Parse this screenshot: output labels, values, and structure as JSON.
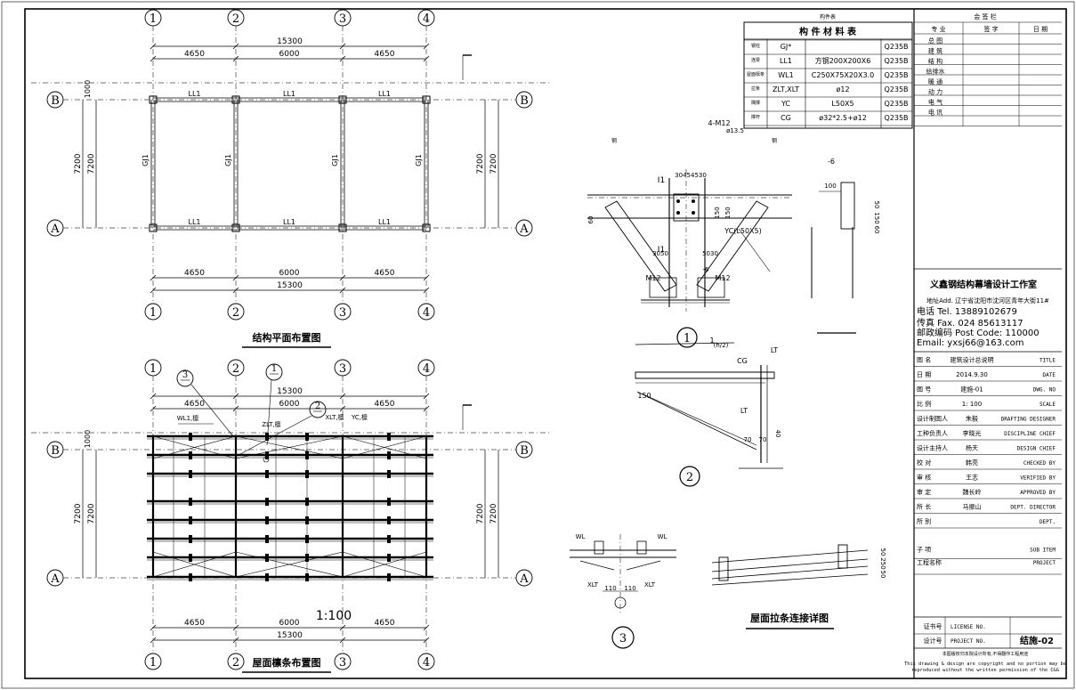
{
  "axes": {
    "columns": [
      "1",
      "2",
      "3",
      "4"
    ],
    "rows": [
      "B",
      "A"
    ],
    "spans": [
      "4650",
      "6000",
      "4650"
    ],
    "total": "15300",
    "bay": "7200",
    "overhang": "1000"
  },
  "plan1": {
    "title": "结构平面布置图",
    "wl1": "LL1",
    "gj": "GJ1"
  },
  "plan2": {
    "title": "屋面檩条布置图",
    "scale": "1:100",
    "callouts": [
      "3",
      "1",
      "2"
    ],
    "labels": {
      "wl": "WL1,檩",
      "zlt": "ZLT,檩",
      "xlt": "XLT,檩",
      "yc": "YC,檩"
    }
  },
  "material_table": {
    "caption": "构件表",
    "title": "构  件  材  料  表",
    "rows": [
      {
        "name": "钢柱",
        "code": "GJ*",
        "spec": "",
        "grade": "Q235B"
      },
      {
        "name": "连梁",
        "code": "LL1",
        "spec": "方钢200X200X6",
        "grade": "Q235B"
      },
      {
        "name": "屋面檩条",
        "code": "WL1",
        "spec": "C250X75X20X3.0",
        "grade": "Q235B"
      },
      {
        "name": "拉条",
        "code": "ZLT,XLT",
        "spec": "ø12",
        "grade": "Q235B"
      },
      {
        "name": "隅撑",
        "code": "YC",
        "spec": "L50X5",
        "grade": "Q235B"
      },
      {
        "name": "撑杆",
        "code": "CG",
        "spec": "ø32*2.5+ø12",
        "grade": "Q235B"
      }
    ],
    "bolt_note": "4-M12",
    "bolt_note2": "ø13.5"
  },
  "detail1": {
    "num": "1",
    "dims": [
      "30",
      "45",
      "45",
      "30",
      "150",
      "150",
      "30",
      "50",
      "50",
      "30",
      "100",
      "150",
      "60",
      "50",
      "-6",
      "-6"
    ],
    "bolts": [
      "M12",
      "M12"
    ],
    "yc_label": "YC(L50X5)",
    "grid": "1"
  },
  "detail2": {
    "num": "2",
    "cg": "CG",
    "lt": "LT",
    "lt2": "LT",
    "dim": "150",
    "d70a": "70",
    "d70b": "70",
    "d40": "40",
    "mark": "(h/2)"
  },
  "detail3": {
    "num": "3",
    "wl": "WL",
    "wl2": "WL",
    "xlt": "XLT",
    "xlt2": "XLT",
    "d1": "110",
    "d2": "110"
  },
  "detail4": {
    "title": "屋面拉条连接详图",
    "dims": [
      "50",
      "250",
      "50"
    ]
  },
  "signature": {
    "header": "会 签 栏",
    "cols": [
      "专  业",
      "签  字",
      "日  期"
    ],
    "rows": [
      "总  图",
      "建  筑",
      "结  构",
      "给排水",
      "暖  通",
      "动  力",
      "电  气",
      "电  讯"
    ]
  },
  "company": {
    "name": "义鑫钢结构幕墙设计工作室",
    "addr": "地址Add. 辽宁省沈阳市沈河区青年大街11#",
    "tel": "电话 Tel.  13889102679",
    "fax": "传真 Fax. 024 85613117",
    "post": "邮政编码 Post Code: 110000",
    "email": "Email:  yxsj66@163.com"
  },
  "title_block": [
    {
      "cn": "图  名",
      "val": "建筑设计总说明",
      "en": "TITLE"
    },
    {
      "cn": "日  期",
      "val": "2014.9.30",
      "en": "DATE"
    },
    {
      "cn": "图  号",
      "val": "建施-01",
      "en": "DWG. NO"
    },
    {
      "cn": "比  例",
      "val": "1: 100",
      "en": "SCALE"
    },
    {
      "cn": "设计制图人",
      "val": "朱毅",
      "en": "DRAFTING DESIGNER"
    },
    {
      "cn": "工种负责人",
      "val": "李晓光",
      "en": "DISCIPLINE CHIEF"
    },
    {
      "cn": "设计主持人",
      "val": "杨天",
      "en": "DESIGN CHIEF"
    },
    {
      "cn": "校  对",
      "val": "韩亮",
      "en": "CHECKED BY"
    },
    {
      "cn": "审  核",
      "val": "王志",
      "en": "VERIFIED BY"
    },
    {
      "cn": "审  定",
      "val": "魏长岭",
      "en": "APPROVED BY"
    },
    {
      "cn": "所  长",
      "val": "马振山",
      "en": "DEPT. DIRECTOR"
    },
    {
      "cn": "所  别",
      "val": "",
      "en": "DEPT."
    }
  ],
  "sub_item": {
    "cn": "子  项",
    "en": "SUB ITEM"
  },
  "project": {
    "cn": "工程名称",
    "en": "PROJECT"
  },
  "license": {
    "cn": "证书号",
    "en": "LICENSE NO.",
    "val": ""
  },
  "project_no": {
    "cn": "设计号",
    "en": "PROJECT NO.",
    "val": "结施-02"
  },
  "copyright": {
    "cn": "本图版权归本院设计所有,不得翻作工程用途",
    "en1": "This drawing & design are copyright and no portion may be",
    "en2": "reproduced without the written permission of the C&G"
  }
}
